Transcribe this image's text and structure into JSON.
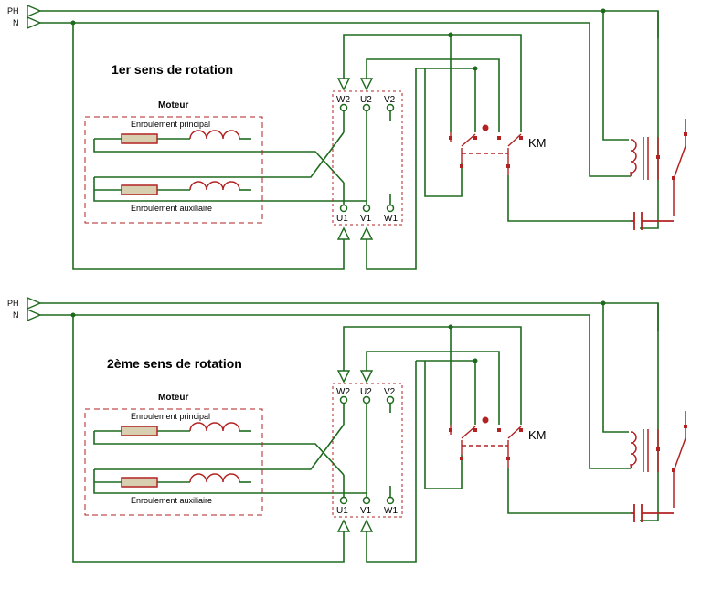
{
  "colors": {
    "wire": "#1e6b1e",
    "component": "#b22222",
    "resistor_fill": "#d8cfb0",
    "text": "#000000"
  },
  "circuits": [
    {
      "title": "1er sens de rotation",
      "line_ph": "PH",
      "line_n": "N",
      "motor_label": "Moteur",
      "winding_main": "Enroulement principal",
      "winding_aux": "Enroulement auxiliaire",
      "terminals_top": [
        "W2",
        "U2",
        "V2"
      ],
      "terminals_bottom": [
        "U1",
        "V1",
        "W1"
      ],
      "contactor": "KM"
    },
    {
      "title": "2ème sens de rotation",
      "line_ph": "PH",
      "line_n": "N",
      "motor_label": "Moteur",
      "winding_main": "Enroulement principal",
      "winding_aux": "Enroulement auxiliaire",
      "terminals_top": [
        "W2",
        "U2",
        "V2"
      ],
      "terminals_bottom": [
        "U1",
        "V1",
        "W1"
      ],
      "contactor": "KM"
    }
  ]
}
